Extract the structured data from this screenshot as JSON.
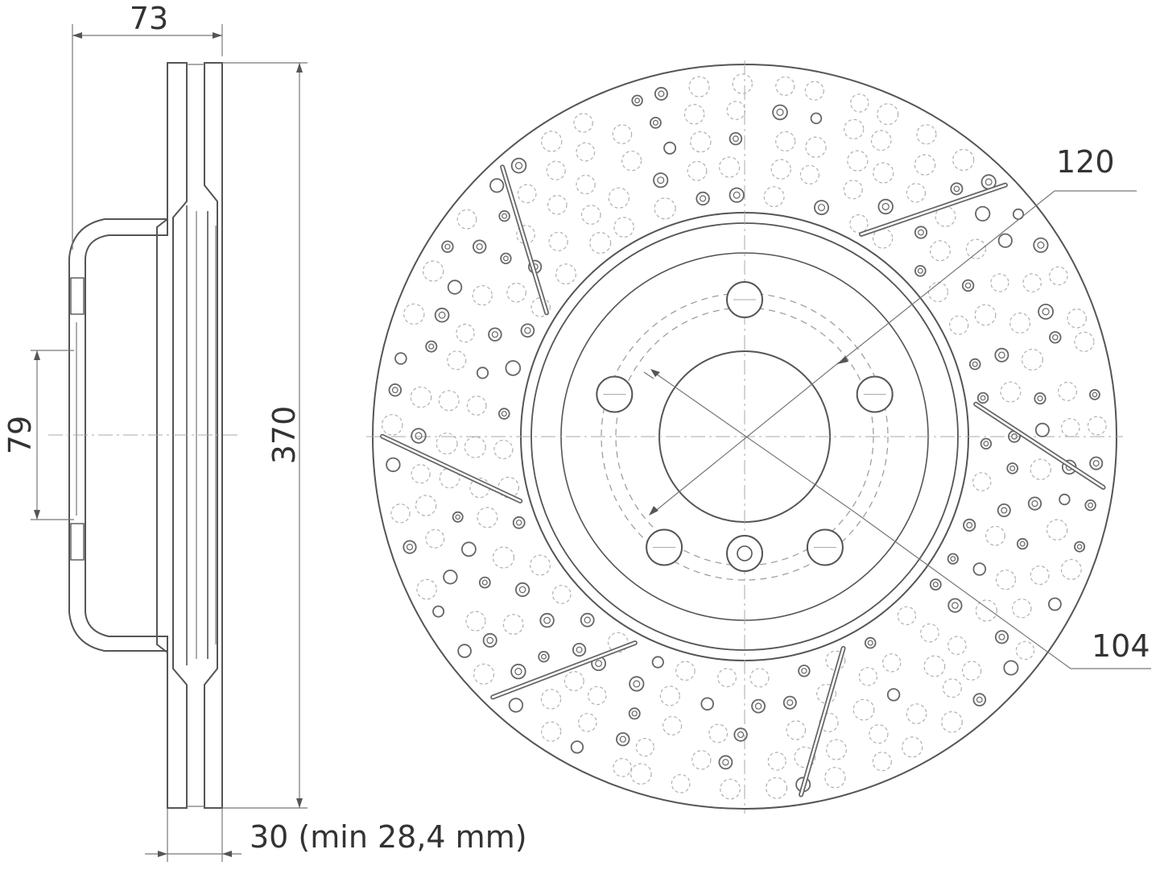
{
  "dimensions": {
    "hub_width": "73",
    "center_bore": "79",
    "disc_diameter": "370",
    "thickness": "30 (min 28,4 mm)",
    "pcd": "120",
    "bore_diameter": "104"
  },
  "colors": {
    "ink": "#555555",
    "hatch": "#9a9a9a",
    "text": "#333333"
  }
}
